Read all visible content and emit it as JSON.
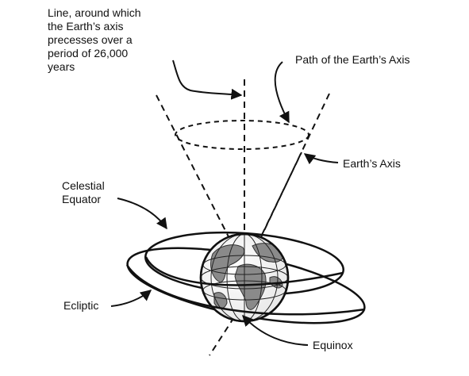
{
  "labels": {
    "precession_line": [
      "Line, around which",
      "the Earth’s axis",
      "precesses over a",
      "period of 26,000",
      "years"
    ],
    "path_axis": "Path of the Earth’s Axis",
    "earth_axis": "Earth’s Axis",
    "celestial_equator": [
      "Celestial",
      "Equator"
    ],
    "ecliptic": "Ecliptic",
    "equinox": "Equinox"
  },
  "colors": {
    "ink": "#111111",
    "globe_land": "#8a8a8a",
    "background": "#ffffff"
  }
}
